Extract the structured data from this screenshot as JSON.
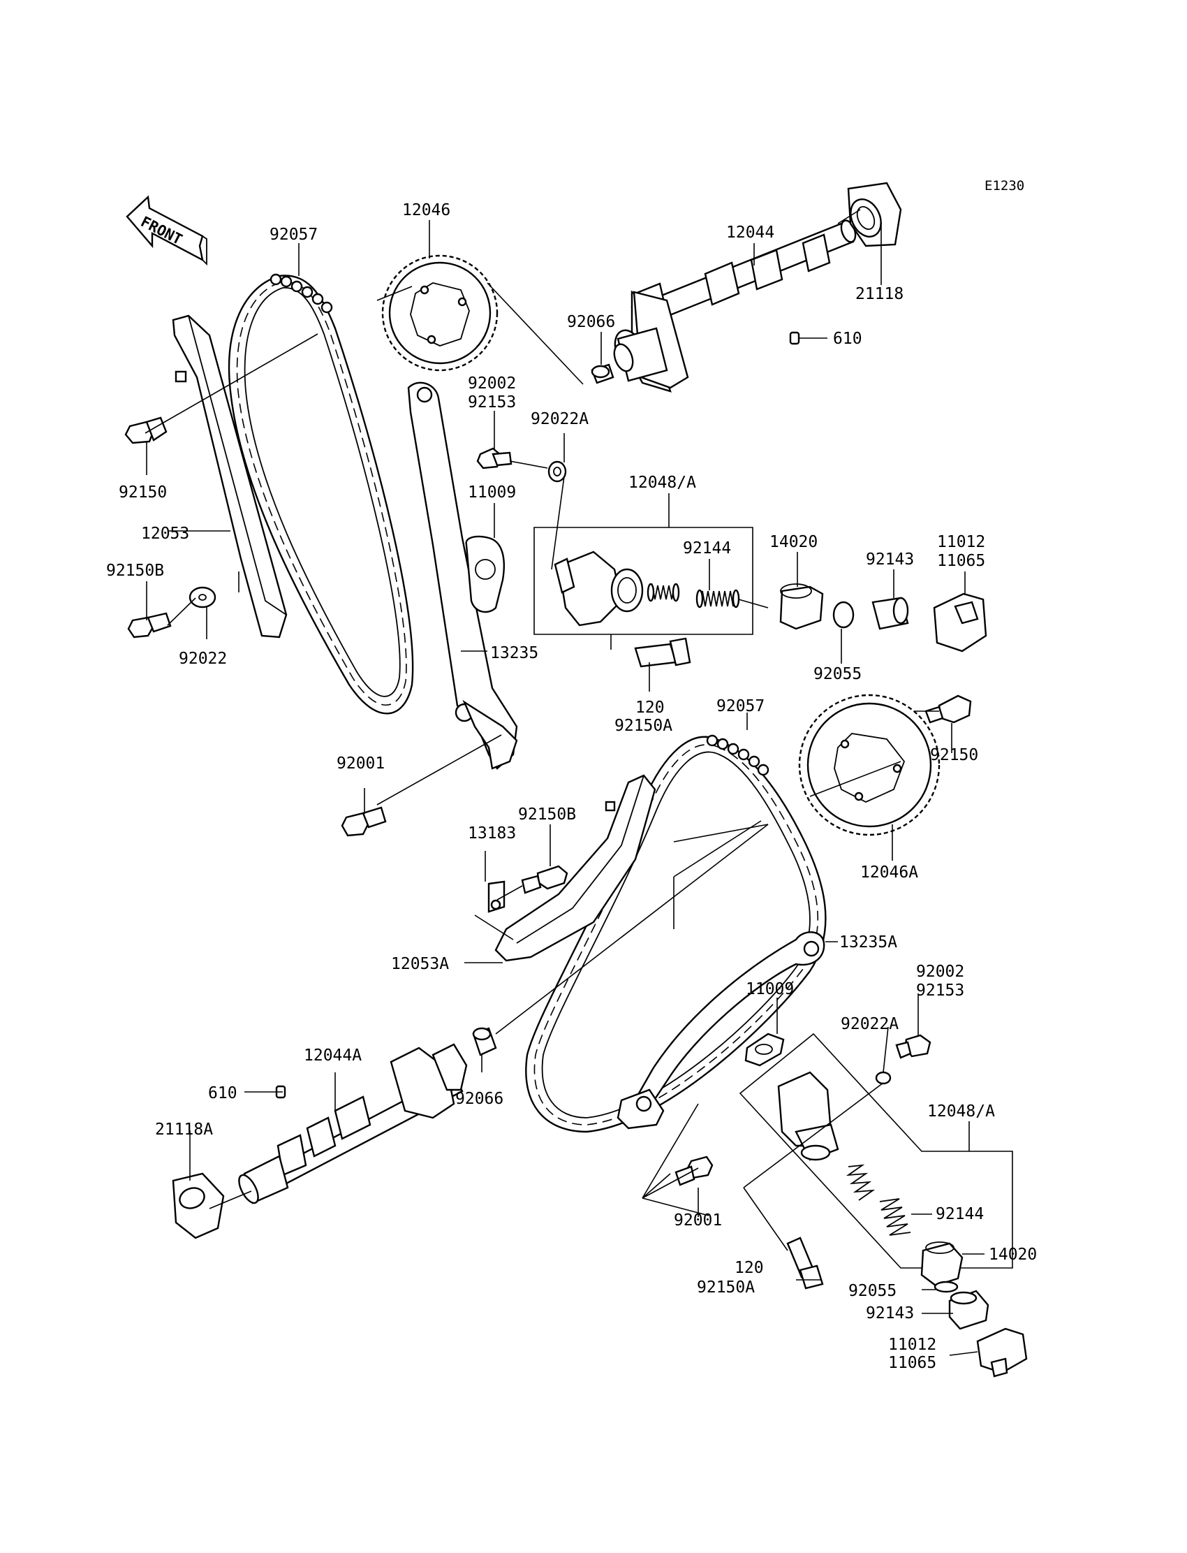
{
  "diagram": {
    "code": "E1230",
    "front_label": "FRONT"
  },
  "parts": {
    "p12046": "12046",
    "p92057": "92057",
    "p12044": "12044",
    "p21118": "21118",
    "p92066": "92066",
    "p610": "610",
    "p92002": "92002",
    "p92153": "92153",
    "p92022A": "92022A",
    "p92150": "92150",
    "p11009": "11009",
    "p12048A": "12048/A",
    "p12053": "12053",
    "p92144": "92144",
    "p14020": "14020",
    "p92143": "92143",
    "p11012": "11012",
    "p11065": "11065",
    "p92150B": "92150B",
    "p92022": "92022",
    "p13235": "13235",
    "p92055": "92055",
    "p120": "120",
    "p92150A": "92150A",
    "p92001": "92001",
    "p13183": "13183",
    "p12046A": "12046A",
    "p12053A": "12053A",
    "p13235A": "13235A",
    "p12044A": "12044A",
    "p21118A": "21118A"
  }
}
